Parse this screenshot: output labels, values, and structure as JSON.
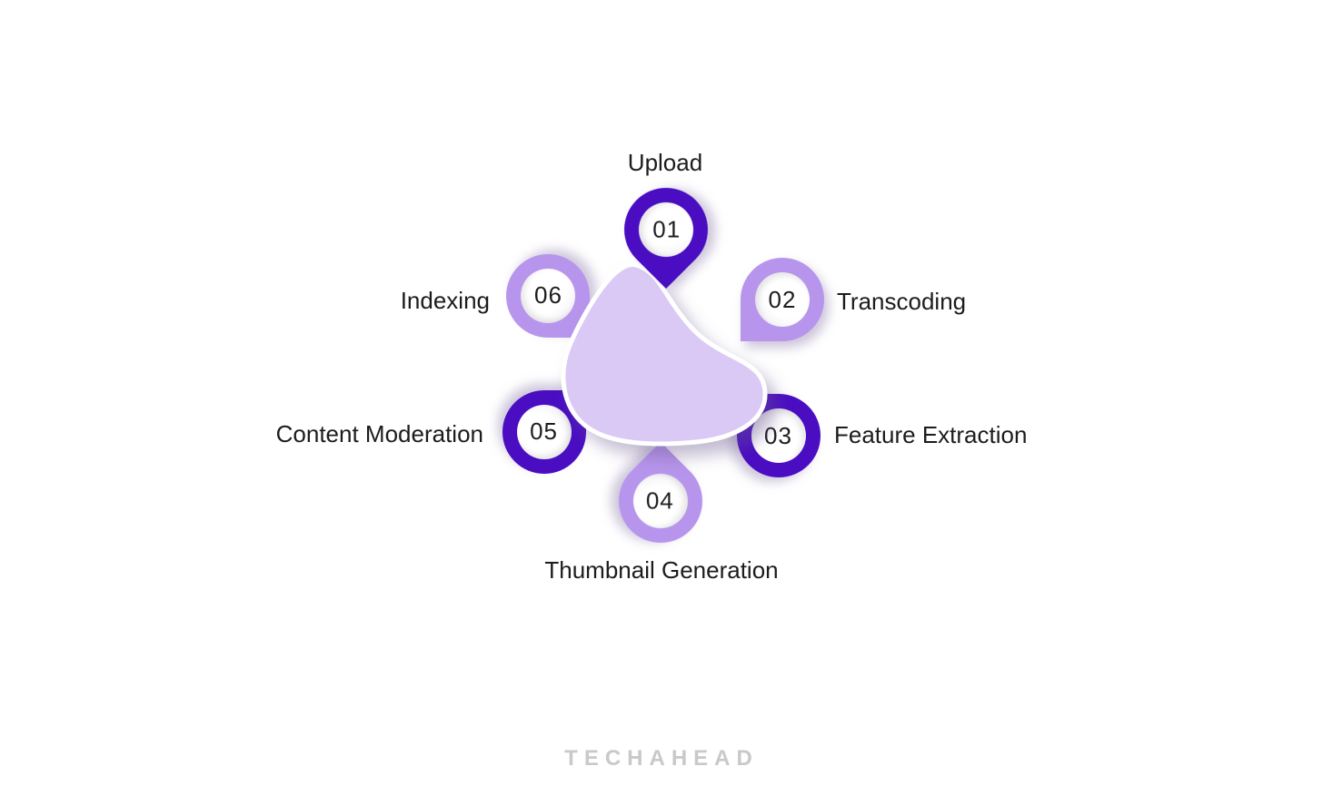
{
  "diagram": {
    "type": "process-flow",
    "steps": [
      {
        "number": "01",
        "label": "Upload",
        "tone": "dark"
      },
      {
        "number": "02",
        "label": "Transcoding",
        "tone": "light"
      },
      {
        "number": "03",
        "label": "Feature Extraction",
        "tone": "dark"
      },
      {
        "number": "04",
        "label": "Thumbnail Generation",
        "tone": "light"
      },
      {
        "number": "05",
        "label": "Content Moderation",
        "tone": "dark"
      },
      {
        "number": "06",
        "label": "Indexing",
        "tone": "light"
      }
    ],
    "watermark": "TECHAHEAD",
    "colors": {
      "dark": "#4A0DC2",
      "light": "#B795EC",
      "blob": "#DBC9F5",
      "text": "#1C1C1E",
      "watermark": "#C9C9C9",
      "background": "#FFFFFF"
    }
  }
}
